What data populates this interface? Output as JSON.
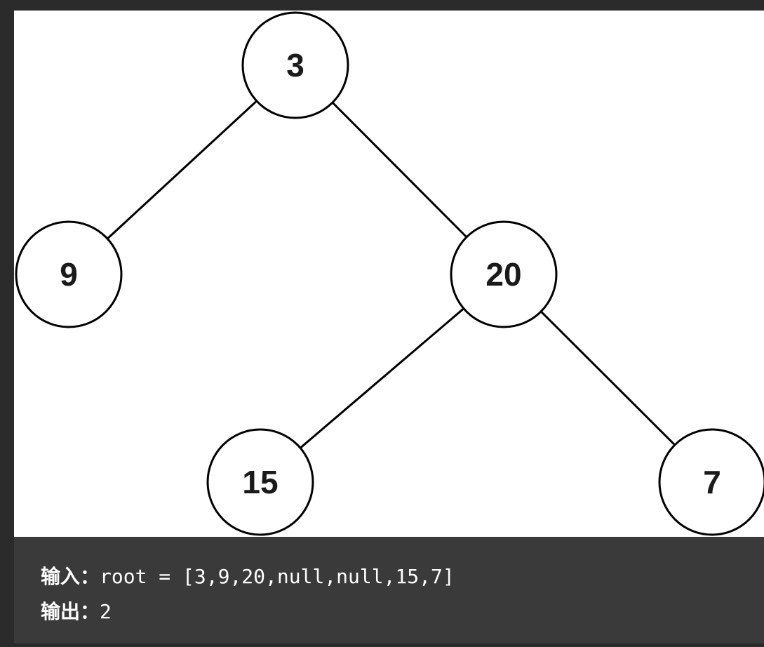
{
  "tree": {
    "nodes": [
      {
        "id": "n3",
        "value": "3"
      },
      {
        "id": "n9",
        "value": "9"
      },
      {
        "id": "n20",
        "value": "20"
      },
      {
        "id": "n15",
        "value": "15"
      },
      {
        "id": "n7",
        "value": "7"
      }
    ],
    "edges": [
      {
        "from": "n3",
        "to": "n9"
      },
      {
        "from": "n3",
        "to": "n20"
      },
      {
        "from": "n20",
        "to": "n15"
      },
      {
        "from": "n20",
        "to": "n7"
      }
    ]
  },
  "example": {
    "input_label": "输入：",
    "input_value": "root = [3,9,20,null,null,15,7]",
    "output_label": "输出：",
    "output_value": "2"
  }
}
